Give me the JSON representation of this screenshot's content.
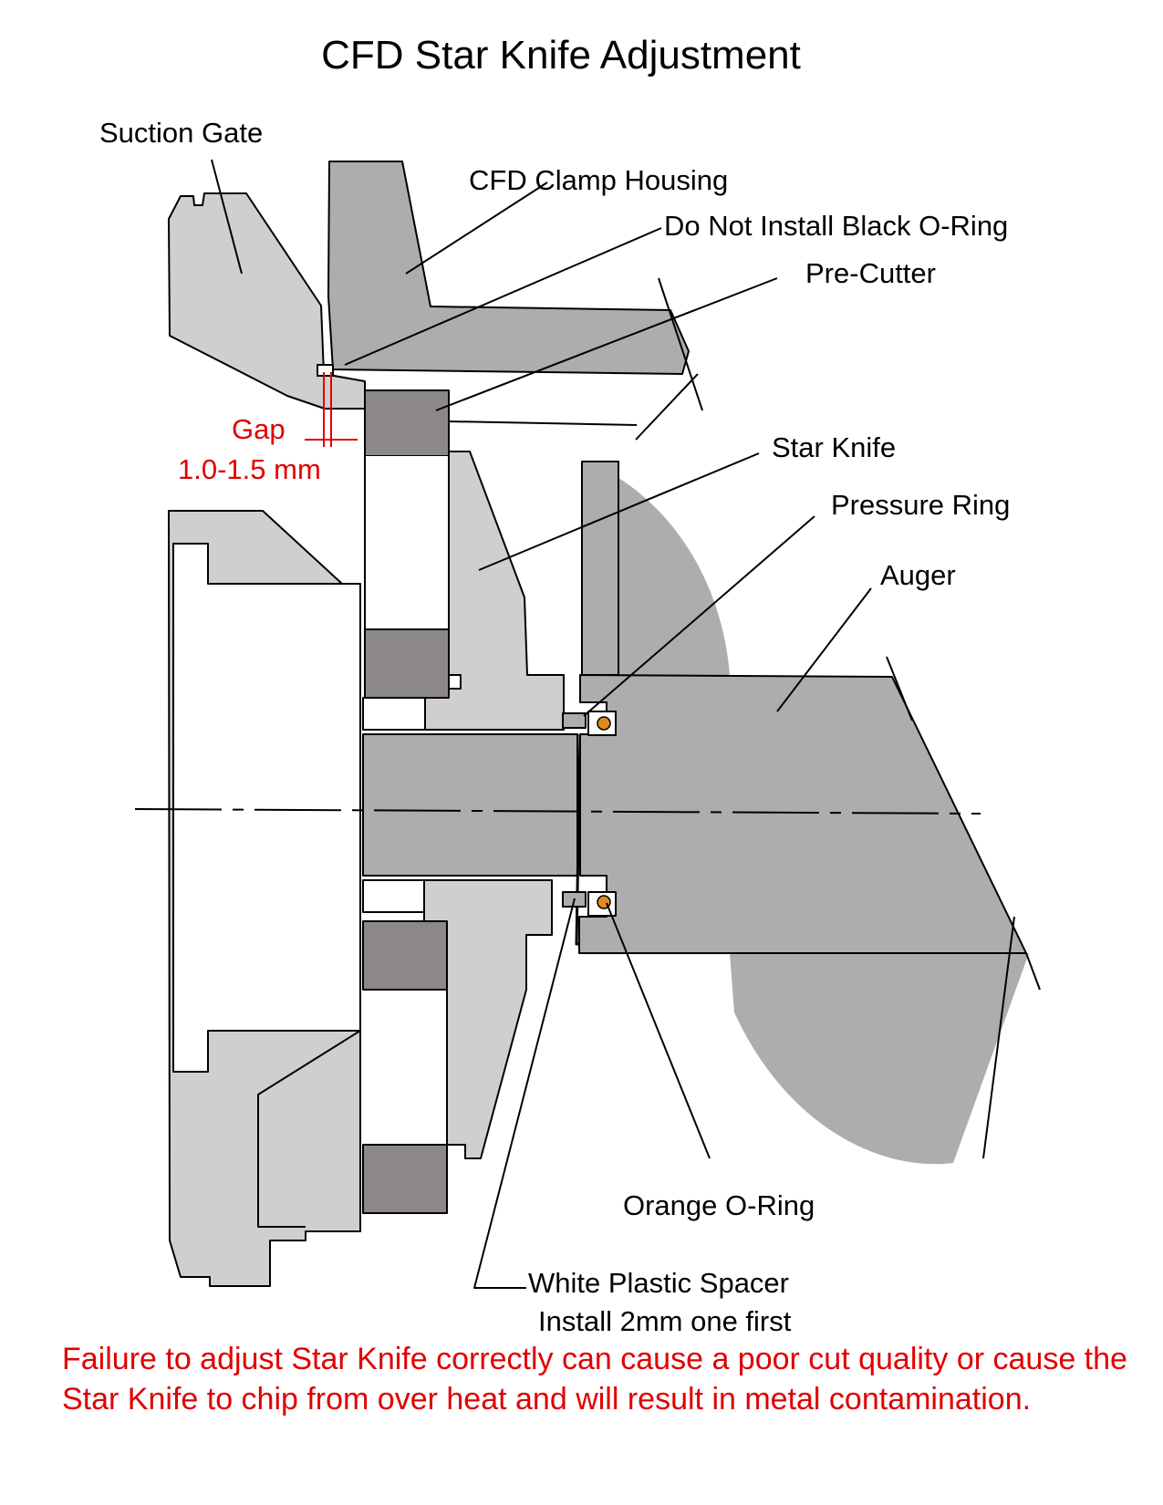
{
  "title": "CFD Star Knife Adjustment",
  "labels": {
    "suction_gate": "Suction Gate",
    "clamp_housing": "CFD Clamp Housing",
    "black_oring": "Do Not Install Black O-Ring",
    "pre_cutter": "Pre-Cutter",
    "star_knife": "Star Knife",
    "pressure_ring": "Pressure Ring",
    "auger": "Auger",
    "orange_oring": "Orange O-Ring",
    "spacer_line1": "White Plastic Spacer",
    "spacer_line2": "Install 2mm one first"
  },
  "gap": {
    "label": "Gap",
    "value": "1.0-1.5 mm"
  },
  "warning": "Failure to adjust Star Knife correctly can cause a poor cut quality or cause the Star Knife to chip from over heat and will result in metal contamination.",
  "colors": {
    "light_gray": "#d1cfce",
    "mid_gray": "#adadad",
    "dark_gray": "#8c8888",
    "orange": "#e08a1e",
    "red": "#e00000"
  }
}
